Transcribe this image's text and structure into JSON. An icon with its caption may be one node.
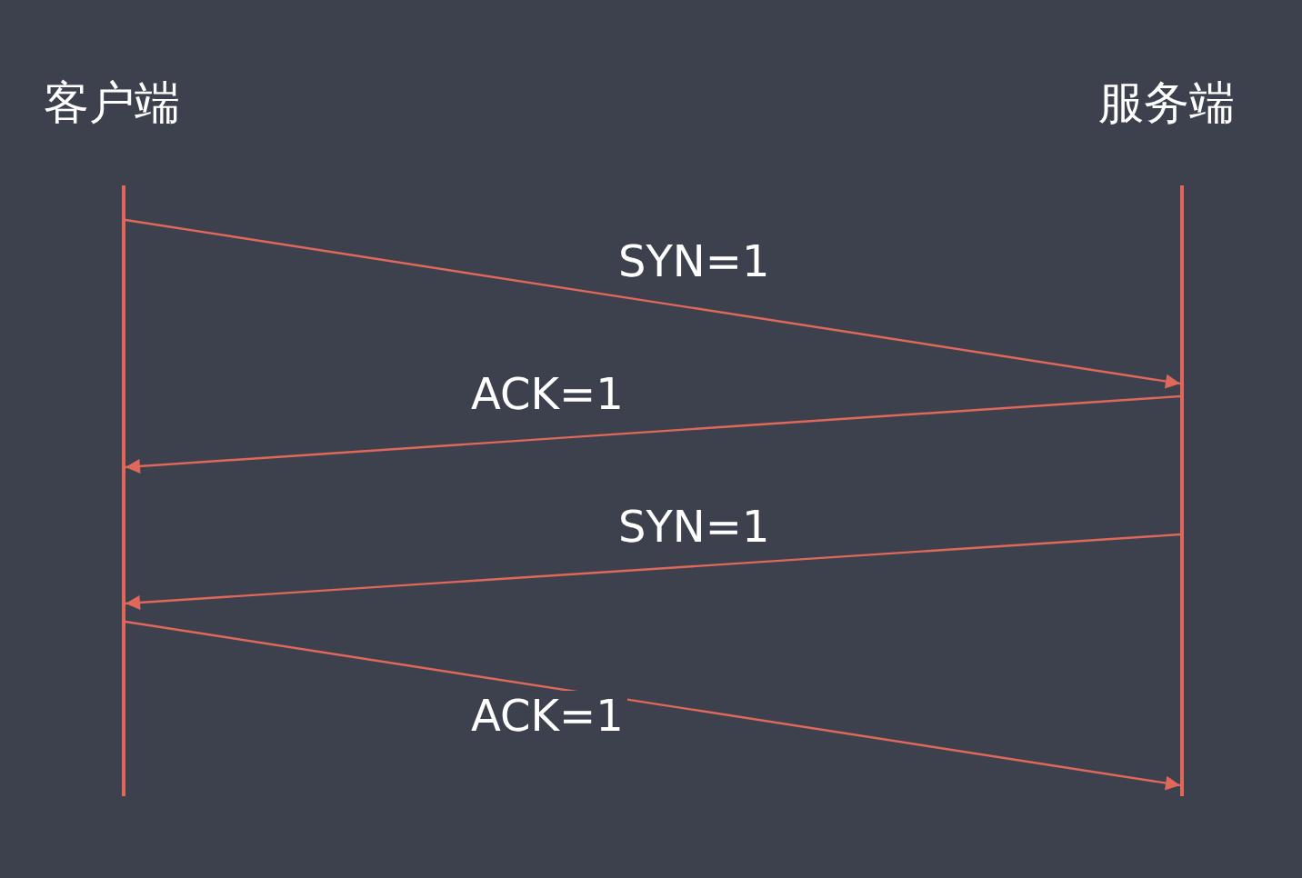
{
  "diagram": {
    "nodes": [
      {
        "text": [
          "客户端"
        ]
      },
      {
        "text": [
          "服务端"
        ]
      },
      {
        "text": [],
        "shape": "bar"
      },
      {
        "text": [],
        "shape": "bar"
      }
    ],
    "edges": [
      {
        "from": 2,
        "to": 3,
        "arrow": "to",
        "label": "SYN=1"
      },
      {
        "from": 3,
        "to": 2,
        "arrow": "to",
        "label": "ACK=1"
      },
      {
        "from": 3,
        "to": 2,
        "arrow": "to",
        "label": "SYN=1"
      },
      {
        "from": 2,
        "to": 3,
        "arrow": "to",
        "label": "ACK=1"
      }
    ]
  }
}
